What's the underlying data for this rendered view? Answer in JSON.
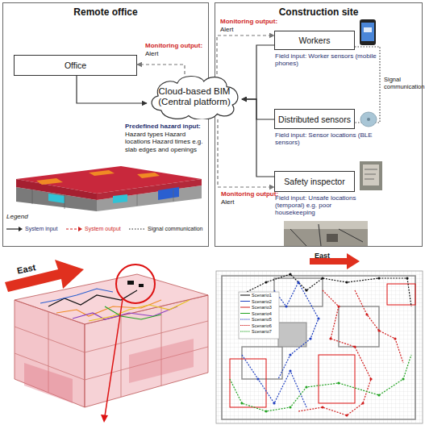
{
  "diagram": {
    "nodes": [
      {
        "text": [
          "Remote office"
        ]
      },
      {
        "text": [
          "Office"
        ],
        "in": 0
      },
      {
        "text": [
          "Cloud-based BIM (Central platform)"
        ]
      },
      {
        "text": [
          "Construction site"
        ]
      },
      {
        "text": [
          "Workers",
          "Field input: Worker sensors (mobile phones)"
        ],
        "in": 3
      },
      {
        "text": [
          "Distributed sensors",
          "Field input: Sensor locations (BLE sensors)"
        ],
        "in": 3
      },
      {
        "text": [
          "Safety inspector",
          "Field input: Unsafe locations (temporal) e.g. poor housekeeping"
        ],
        "in": 3
      }
    ],
    "edges": [
      {
        "from": 1,
        "to": 2,
        "arrow": "to",
        "label": "Predefined hazard input: Hazard types Hazard locations Hazard times e.g. slab edges and openings"
      },
      {
        "from": 2,
        "to": 1,
        "arrow": "to",
        "label": "Monitoring output: Alert"
      },
      {
        "from": 4,
        "to": 2,
        "arrow": "to"
      },
      {
        "from": 2,
        "to": 4,
        "arrow": "to",
        "label": "Monitoring output: Alert"
      },
      {
        "from": 5,
        "to": 2,
        "arrow": "to"
      },
      {
        "from": 6,
        "to": 2,
        "arrow": "to"
      },
      {
        "from": 2,
        "to": 6,
        "arrow": "to",
        "label": "Monitoring output: Alert"
      },
      {
        "from": 4,
        "to": 5,
        "arrow": "none",
        "label": "Signal communication"
      }
    ],
    "labels": [
      "Legend",
      "East",
      "East"
    ],
    "legend": [
      {
        "text": "System input"
      },
      {
        "text": "System output"
      },
      {
        "text": "Signal communication"
      },
      {
        "text": "Scenario1"
      },
      {
        "text": "Scenario2"
      },
      {
        "text": "Scenario3"
      },
      {
        "text": "Scenario4"
      },
      {
        "text": "Scenario5"
      },
      {
        "text": "Scenario6"
      },
      {
        "text": "Scenario7"
      }
    ]
  }
}
